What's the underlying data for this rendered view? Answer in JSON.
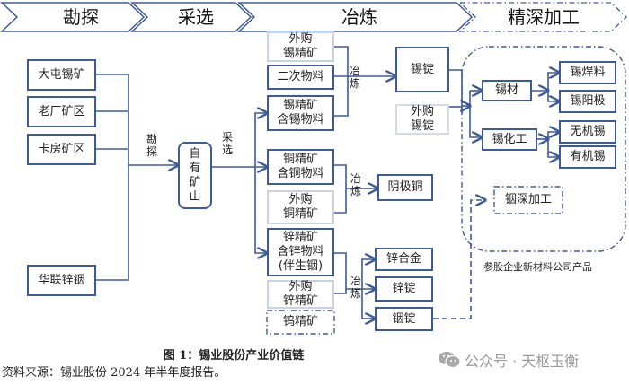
{
  "stages": [
    {
      "label": "勘探"
    },
    {
      "label": "采选"
    },
    {
      "label": "冶炼"
    },
    {
      "label": "精深加工"
    }
  ],
  "mines": [
    {
      "label": "大屯锡矿"
    },
    {
      "label": "老厂矿区"
    },
    {
      "label": "卡房矿区"
    },
    {
      "label": "华联锌铟"
    }
  ],
  "own_mine": {
    "label": "自\n有\n矿\n山"
  },
  "process_labels": {
    "exploration": "勘\n探",
    "mining": "采\n选",
    "smelting": "冶\n炼"
  },
  "inputs": {
    "tin_purchased_concentrate": "外购\n锡精矿",
    "secondary_materials": "二次物料",
    "tin_concentrate": "锡精矿\n含锡物料",
    "copper_concentrate": "铜精矿\n含铜物料",
    "copper_purchased_concentrate": "外购\n铜精矿",
    "zinc_concentrate": "锌精矿\n含锌物料\n(伴生铟)",
    "zinc_purchased_concentrate": "外购\n锌精矿",
    "tungsten_concentrate": "钨精矿"
  },
  "outputs": {
    "tin_ingot": "锡锭",
    "purchased_tin_ingot": "外购\n锡锭",
    "cathode_copper": "阴极铜",
    "zinc_alloy": "锌合金",
    "zinc_ingot": "锌锭",
    "indium_ingot": "铟锭"
  },
  "deep_processing": {
    "tin_materials": "锡材",
    "tin_chemicals": "锡化工",
    "tin_solder": "锡焊料",
    "tin_anode": "锡阳极",
    "inorganic_tin": "无机锡",
    "organic_tin": "有机锡",
    "indium_processing": "铟深加工",
    "note": "参股企业新材料公司产品"
  },
  "caption": "图 1：锡业股份产业价值链",
  "source": "资料来源：锡业股份 2024 年半年度报告。",
  "watermark": "公众号 · 天枢玉衡",
  "colors": {
    "line": "#3d5a99",
    "light_border": "#c9d3e3",
    "watermark": "#9a9a9a"
  }
}
